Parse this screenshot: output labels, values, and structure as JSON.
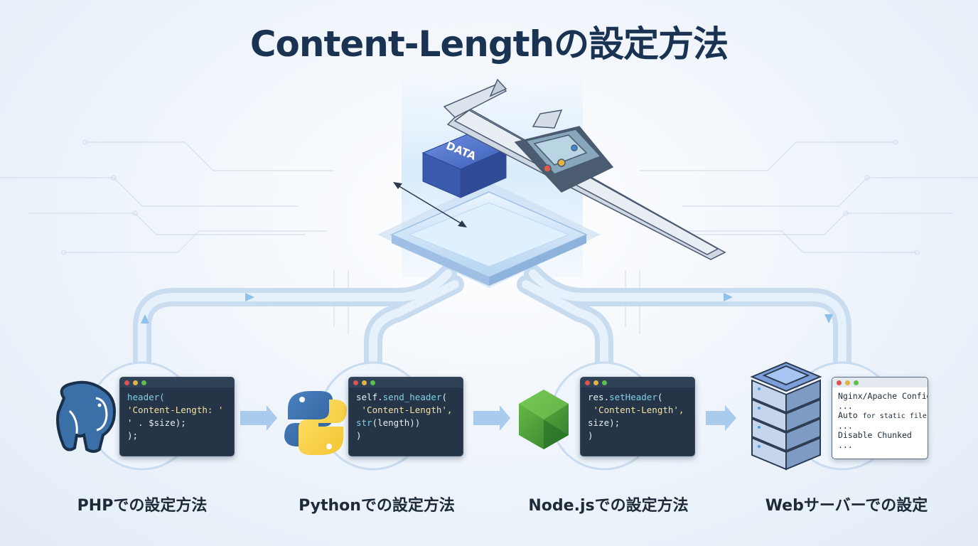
{
  "title": "Content-Lengthの設定方法",
  "device_badge": "DATA",
  "sections": [
    {
      "label": "PHPでの設定方法",
      "code": [
        [
          [
            "header(",
            "kw"
          ]
        ],
        [
          [
            "'Content-Length: '",
            "str"
          ]
        ],
        [
          [
            "' . $size);",
            "txt"
          ]
        ],
        [
          [
            ");",
            "txt"
          ]
        ]
      ]
    },
    {
      "label": "Pythonでの設定方法",
      "code": [
        [
          [
            "self.",
            "txt"
          ],
          [
            "send_header",
            "kw"
          ],
          [
            "(",
            "txt"
          ]
        ],
        [
          [
            " 'Content-Length',",
            "str"
          ]
        ],
        [
          [
            "str",
            "kw"
          ],
          [
            "(length))",
            "txt"
          ]
        ],
        [
          [
            ")",
            "txt"
          ]
        ]
      ]
    },
    {
      "label": "Node.jsでの設定方法",
      "code": [
        [
          [
            "res.",
            "txt"
          ],
          [
            "setHeader",
            "kw"
          ],
          [
            "(",
            "txt"
          ]
        ],
        [
          [
            " 'Content-Length',",
            "str"
          ]
        ],
        [
          [
            "size);",
            "txt"
          ]
        ],
        [
          [
            ")",
            "txt"
          ]
        ]
      ]
    },
    {
      "label": "Webサーバーでの設定",
      "code": [
        [
          [
            "Nginx/Apache Config",
            "txt"
          ]
        ],
        [
          [
            "...",
            "txt"
          ]
        ],
        [
          [
            "Auto ",
            "txt"
          ],
          [
            "for static files",
            "sm"
          ]
        ],
        [
          [
            "...",
            "txt"
          ]
        ],
        [
          [
            "Disable Chunked",
            "txt"
          ]
        ],
        [
          [
            "...",
            "txt"
          ]
        ]
      ]
    }
  ],
  "colors": {
    "title": "#1b3352",
    "code_bg": "#253547",
    "dot_red": "#e0524c",
    "dot_yellow": "#e3b23c",
    "dot_green": "#5cbf4a",
    "pipe": "#b9d2ec",
    "arrow": "#9cc3e8"
  },
  "icons": [
    "postgresql-elephant-icon",
    "python-logo-icon",
    "nodejs-hexagon-icon",
    "server-rack-icon",
    "caliper-icon",
    "data-block-icon"
  ]
}
